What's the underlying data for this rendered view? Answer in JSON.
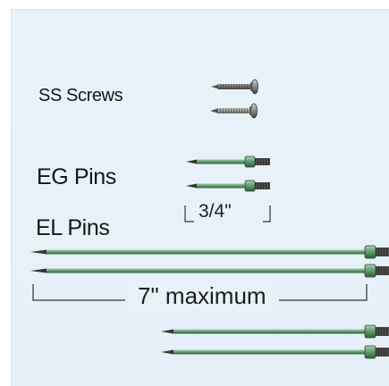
{
  "labels": {
    "ss_screws": "SS Screws",
    "eg_pins": "EG Pins",
    "el_pins": "EL Pins"
  },
  "measurements": {
    "eg_length": "3/4\"",
    "el_length": "7\" maximum"
  },
  "colors": {
    "background": "#e7f1f8",
    "pin_green": "#6fa27a",
    "screw_gray": "#8a8a86"
  }
}
